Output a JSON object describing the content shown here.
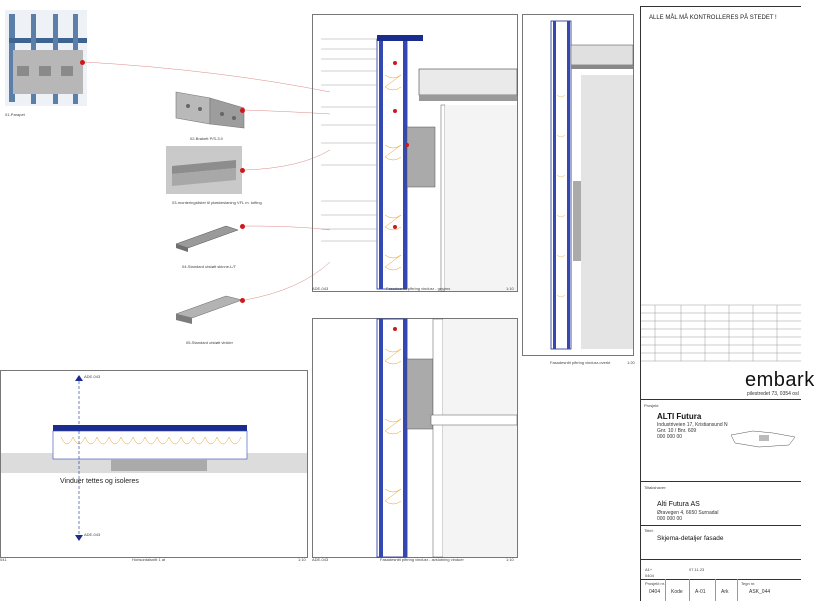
{
  "thumbnails": [
    {
      "caption": "01-Parapet"
    },
    {
      "caption": "02-Brakett P/S-3.0"
    },
    {
      "caption": "03-monteringslister til pløsbeslaning VFL m. tufting"
    },
    {
      "caption": "04-Standard utstøtt skinne-L/T"
    },
    {
      "caption": "05-Standard utstøtt vinkler"
    }
  ],
  "details": {
    "top_left_title": "Fasadesnitt plfrring vindusr - gesims",
    "top_left_code": "ADE-043",
    "top_left_scale": "1:10",
    "bottom_left_title": "Fasadesnitt plfrring vindusr - avslutning vinduer",
    "bottom_left_code": "ADE-043",
    "bottom_left_scale": "1:10",
    "right_title": "Fasadesnitt plfrring vindusr-overkt",
    "right_scale": "1:20",
    "horizontal_title": "Horisontalsnitt 1 at",
    "horizontal_scale": "1:10",
    "horizontal_marker_top": "ADE-043",
    "horizontal_marker_bottom": "ADE-043",
    "horizontal_note": "Vinduer tettes og isoleres",
    "horizontal_left_code": "041"
  },
  "title_block": {
    "notice": "ALLE MÅL MÅ KONTROLLERES PÅ STEDET !",
    "logo": "embark",
    "logo_address": "pilestredet 73, 0354 osl",
    "project_label": "Prosjekt",
    "project_name": "ALTI Futura",
    "project_address": "Industriveien 17, Kristiansund N",
    "project_gnr": "Gnr. 10 / Bnr. 609",
    "project_number": "000 000 00",
    "client_label": "Tiltakshaver:",
    "client_name": "Alti Futura AS",
    "client_address": "Øravegen 4, 6650 Surnadal",
    "client_number": "000 000 00",
    "title_label": "Tittel:",
    "drawing_title": "Skjema-detaljer fasade",
    "fields": [
      {
        "label": "Prosjekt nr.",
        "value": "0404"
      },
      {
        "label": "Kode",
        "value": "Kode"
      },
      {
        "label": "",
        "value": "A-01"
      },
      {
        "label": "",
        "value": "Ark"
      },
      {
        "label": "Tegn nr.",
        "value": "ASK_044"
      }
    ],
    "status": "A1+",
    "status2": "0404",
    "date": "07.11.23"
  }
}
